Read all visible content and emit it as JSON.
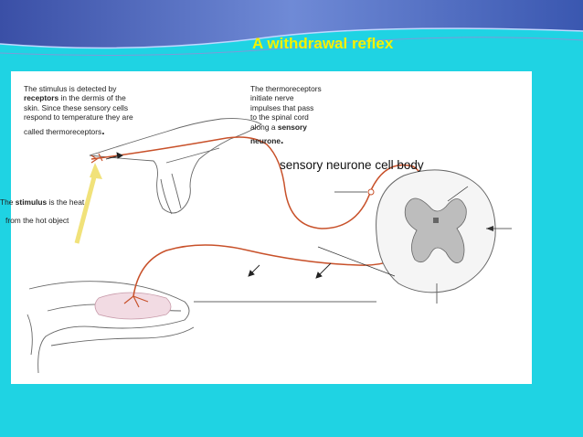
{
  "slide": {
    "title": "A withdrawal reflex"
  },
  "captions": {
    "stimulus_detect": {
      "line1": "The stimulus is detected by",
      "bold": "receptors",
      "line2_rest": " in the dermis of the",
      "line3": "skin. Since these sensory cells",
      "line4": "respond to temperature they are",
      "line5": "called thermoreceptors",
      "period": "."
    },
    "thermoreceptors": {
      "line1": "The thermoreceptors",
      "line2": "initiate nerve",
      "line3": "impulses that pass",
      "line4": "to the spinal cord",
      "line5_pre": "along a ",
      "line5_bold": "sensory",
      "line6_bold": "neurone",
      "period": "."
    },
    "stimulus_heat": {
      "pre": "The ",
      "bold": "stimulus",
      "post": " is the heat",
      "line2": "from the hot object"
    },
    "sensory_neurone_body": "sensory neurone cell body"
  },
  "colors": {
    "background": "#1fd3e3",
    "title": "#f4f200",
    "nerve": "#c8512a",
    "outline": "#555555"
  }
}
